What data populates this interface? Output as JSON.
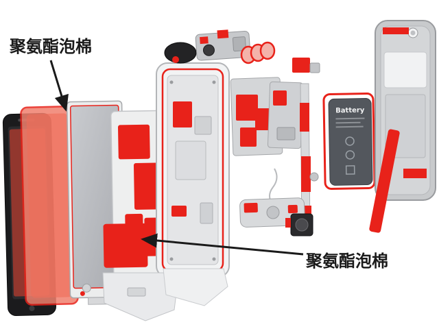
{
  "page": {
    "background": "#ffffff",
    "description": "Exploded-view teardown diagram of a smartphone highlighting polyurethane foam parts in red"
  },
  "diagram": {
    "type": "exploded-view",
    "subject": "smartphone teardown",
    "accent_color": "#e8221a",
    "foam_fill_color": "#f0806e",
    "glass_color": "#1b1b1d",
    "frame_color": "#f2f3f4",
    "battery_color": "#53575d",
    "back_cover_color": "#c8cacc",
    "callouts": [
      {
        "id": "top-left",
        "label": "聚氨酯泡棉",
        "target": "front foam sheet"
      },
      {
        "id": "bottom-right",
        "label": "聚氨酯泡棉",
        "target": "display foam gasket"
      }
    ],
    "battery": {
      "label": "Battery"
    },
    "components": [
      "front-glass-panel",
      "front-foam-sheet",
      "display-panel",
      "foam-gasket-carrier",
      "foam-gaskets",
      "mid-frame",
      "earpiece-module",
      "top-speaker-camera-assembly",
      "vibration-motor-coils",
      "motherboard-assembly",
      "side-flex-cable",
      "antenna-wire",
      "loudspeaker-module",
      "rear-camera-module",
      "battery",
      "adhesive-strip",
      "back-cover",
      "bottom-flex-cables"
    ]
  }
}
